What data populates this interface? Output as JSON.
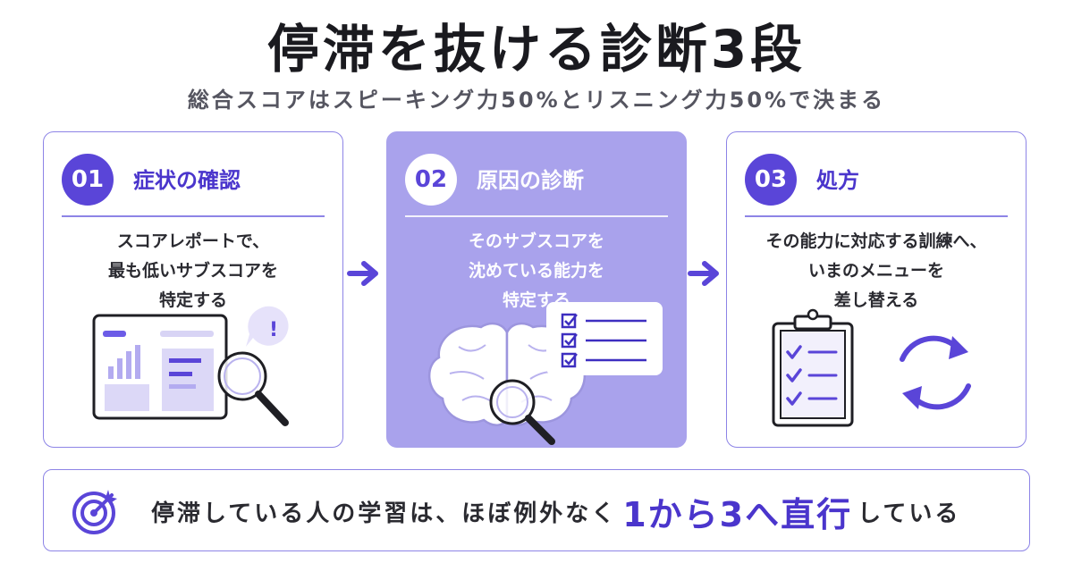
{
  "title": "停滞を抜ける診断3段",
  "subtitle": "総合スコアはスピーキング力50%とリスニング力50%で決まる",
  "steps": [
    {
      "number": "01",
      "title": "症状の確認",
      "desc_lines": [
        "スコアレポートで、",
        "最も低いサブスコアを",
        "特定する"
      ],
      "illustration": "report-magnifier"
    },
    {
      "number": "02",
      "title": "原因の診断",
      "desc_lines": [
        "そのサブスコアを",
        "沈めている能力を",
        "特定する"
      ],
      "illustration": "brain-checklist"
    },
    {
      "number": "03",
      "title": "処方",
      "desc_lines": [
        "その能力に対応する訓練へ、",
        "いまのメニューを",
        "差し替える"
      ],
      "illustration": "clipboard-refresh"
    }
  ],
  "summary": {
    "prefix": "停滞している人の学習は、ほぼ例外なく",
    "emphasis": "1から3へ直行",
    "suffix": "している",
    "icon": "target-icon"
  },
  "colors": {
    "accent": "#5a45d8",
    "accent_light": "#a9a2ec",
    "border": "#8d84e6"
  },
  "illustration_marks": {
    "alert": "!"
  }
}
